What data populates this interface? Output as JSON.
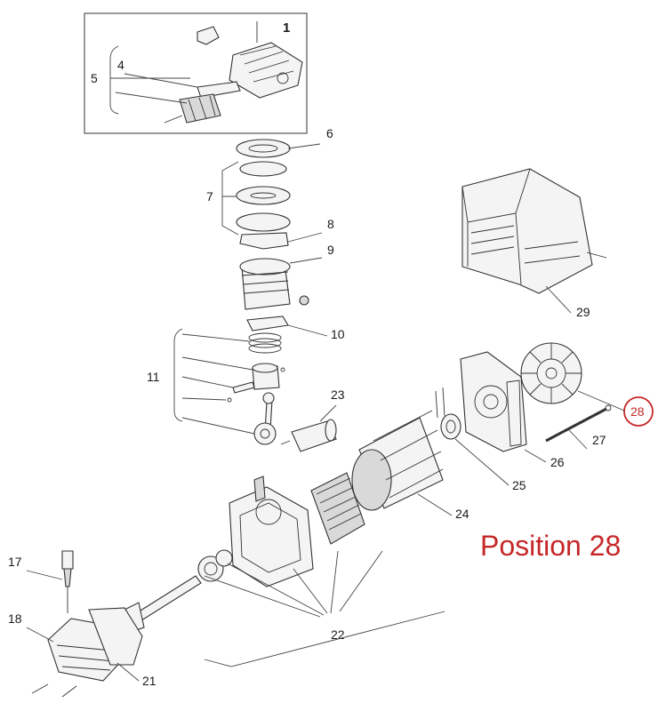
{
  "accent_color": "#c62828",
  "title": "Position 28",
  "highlighted_label": "28",
  "labels": [
    "1",
    "4",
    "5",
    "6",
    "7",
    "8",
    "9",
    "10",
    "11",
    "17",
    "18",
    "21",
    "22",
    "23",
    "24",
    "25",
    "26",
    "27",
    "29"
  ]
}
